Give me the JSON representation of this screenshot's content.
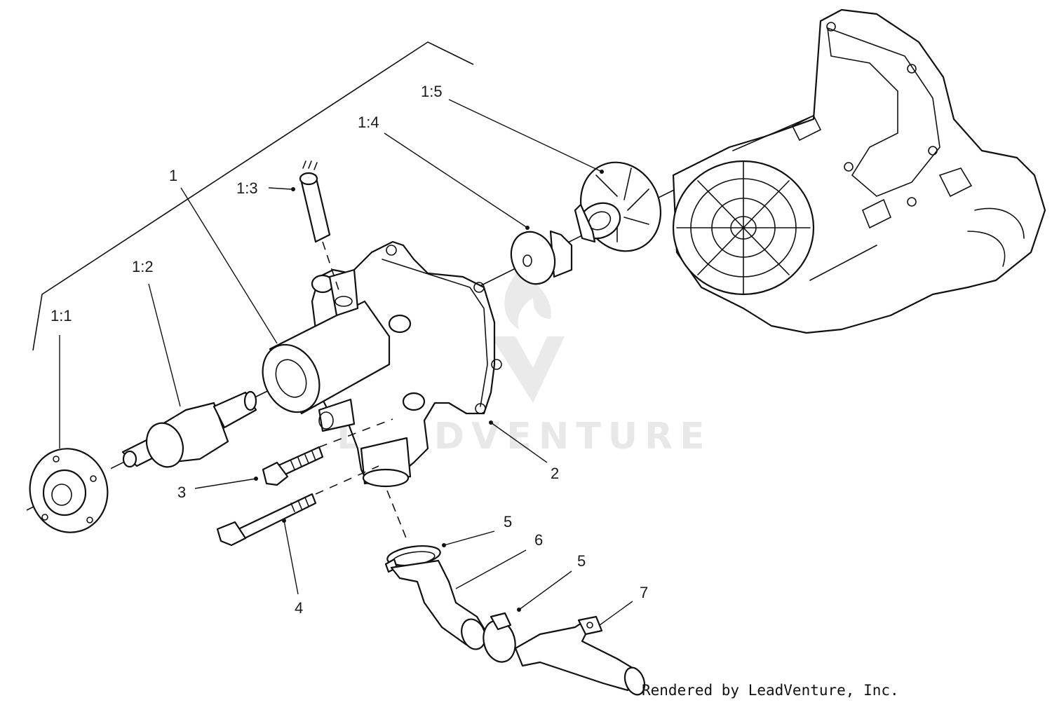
{
  "diagram": {
    "callouts": [
      {
        "id": "c-1-1",
        "text": "1:1"
      },
      {
        "id": "c-1-2",
        "text": "1:2"
      },
      {
        "id": "c-1",
        "text": "1"
      },
      {
        "id": "c-1-3",
        "text": "1:3"
      },
      {
        "id": "c-1-4",
        "text": "1:4"
      },
      {
        "id": "c-1-5",
        "text": "1:5"
      },
      {
        "id": "c-2",
        "text": "2"
      },
      {
        "id": "c-3",
        "text": "3"
      },
      {
        "id": "c-4",
        "text": "4"
      },
      {
        "id": "c-5a",
        "text": "5"
      },
      {
        "id": "c-6",
        "text": "6"
      },
      {
        "id": "c-5b",
        "text": "5"
      },
      {
        "id": "c-7",
        "text": "7"
      }
    ],
    "watermark_text": "LEADVENTURE",
    "credit": "Rendered by LeadVenture, Inc."
  }
}
